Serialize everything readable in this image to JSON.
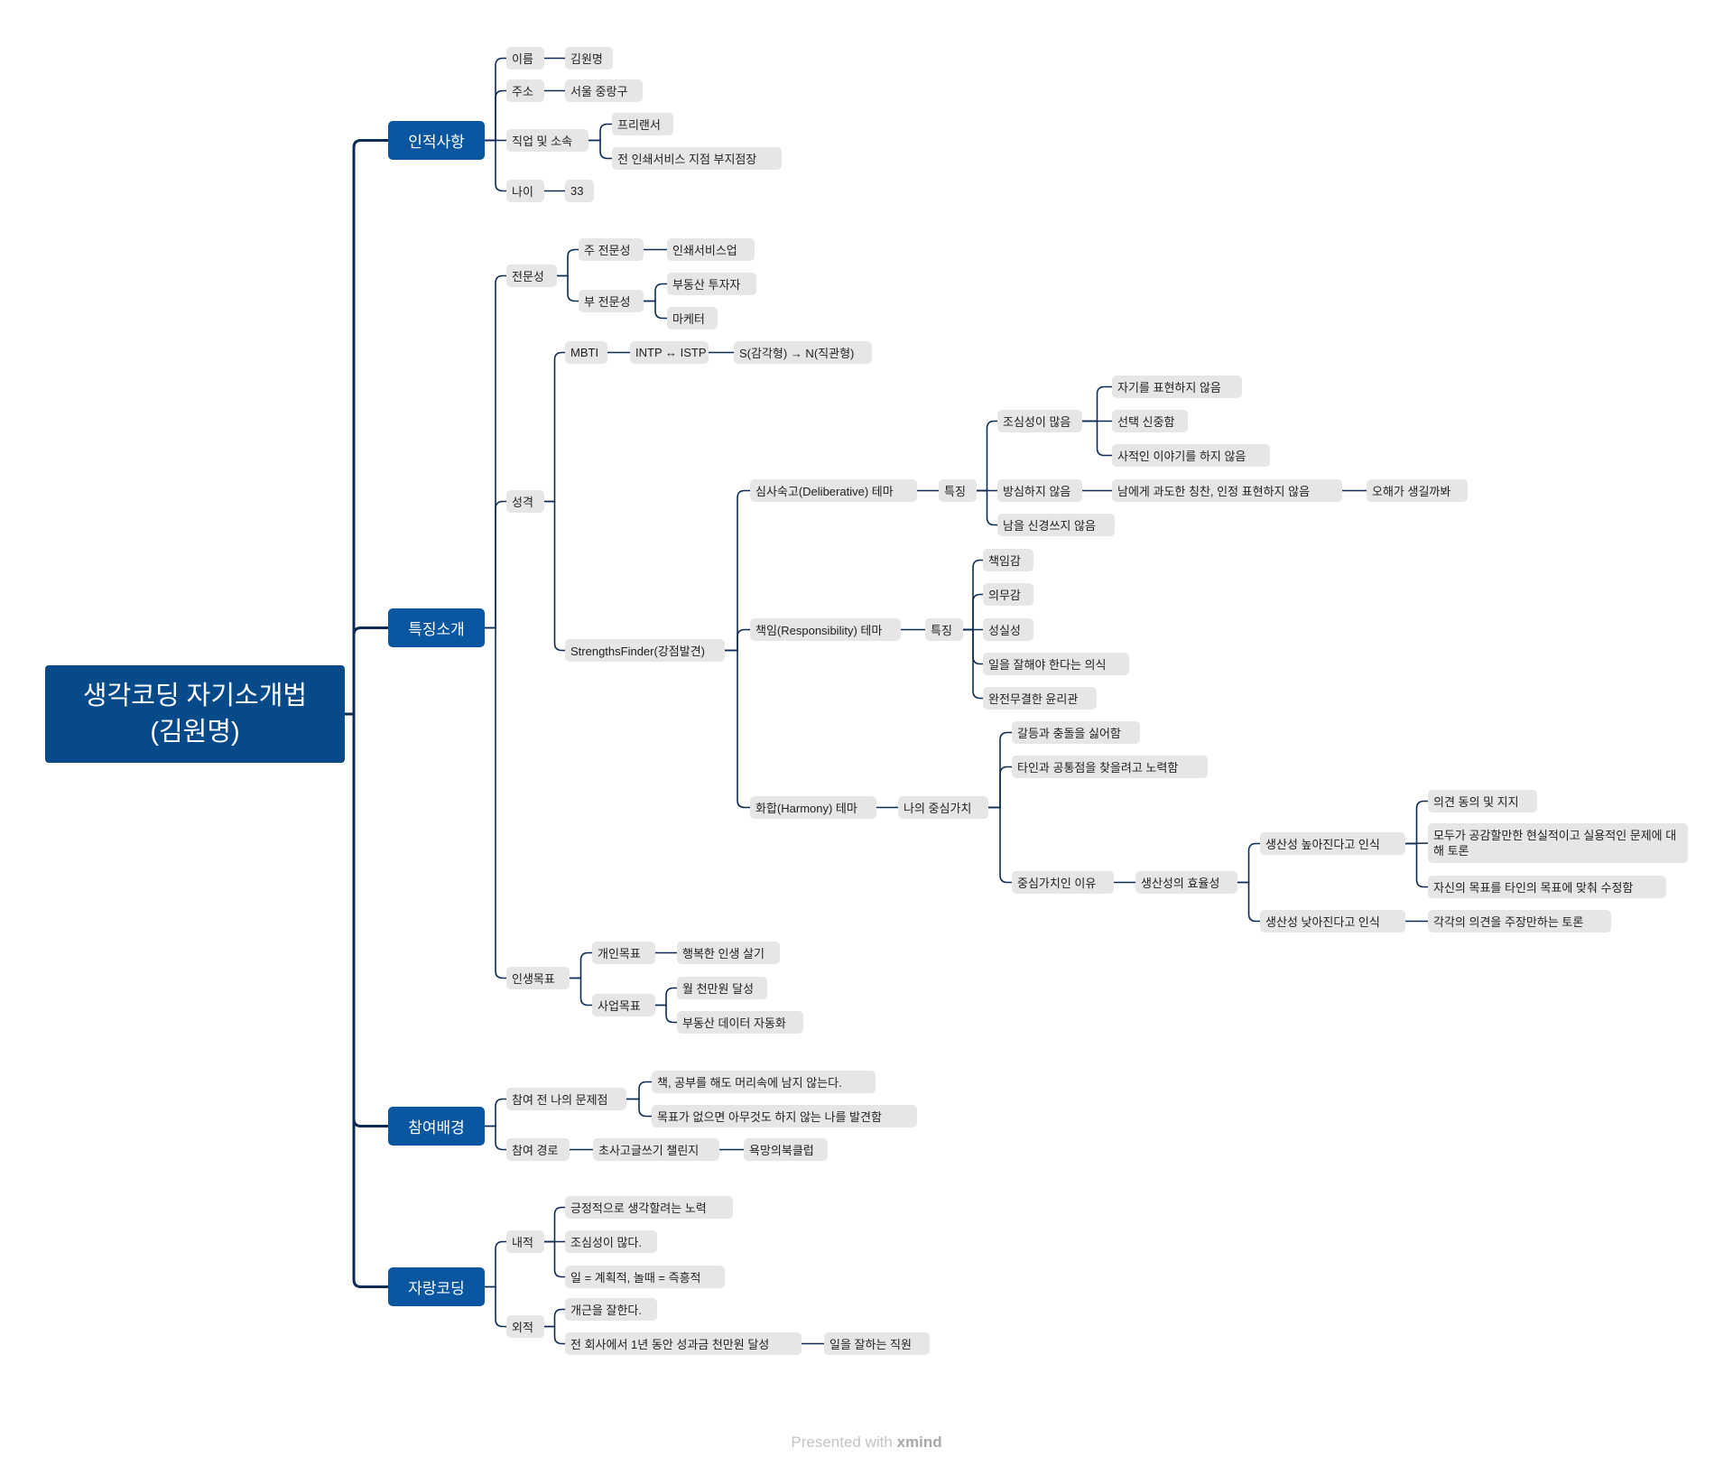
{
  "root": {
    "line1": "생각코딩 자기소개법",
    "line2": "(김원명)"
  },
  "colors": {
    "root": "#064a8a",
    "main": "#0a56a0",
    "line": "#0d2b55",
    "sub_bg": "#e6e6e6"
  },
  "footer": {
    "prefix": "Presented with",
    "brand": "xmind"
  },
  "nodes": [
    {
      "id": "b1",
      "text": "인적사항"
    },
    {
      "id": "n_name",
      "text": "이름"
    },
    {
      "id": "n_name_v",
      "text": "김원명"
    },
    {
      "id": "n_addr",
      "text": "주소"
    },
    {
      "id": "n_addr_v",
      "text": "서울 중랑구"
    },
    {
      "id": "n_job",
      "text": "직업 및 소속"
    },
    {
      "id": "n_job_1",
      "text": "프리랜서"
    },
    {
      "id": "n_job_2",
      "text": "전 인쇄서비스 지점 부지점장"
    },
    {
      "id": "n_age",
      "text": "나이"
    },
    {
      "id": "n_age_v",
      "text": "33"
    },
    {
      "id": "b2",
      "text": "특징소개"
    },
    {
      "id": "n_exp",
      "text": "전문성"
    },
    {
      "id": "n_exp_main",
      "text": "주 전문성"
    },
    {
      "id": "n_exp_main_v",
      "text": "인쇄서비스업"
    },
    {
      "id": "n_exp_sub",
      "text": "부 전문성"
    },
    {
      "id": "n_exp_sub_1",
      "text": "부동산 투자자"
    },
    {
      "id": "n_exp_sub_2",
      "text": "마케터"
    },
    {
      "id": "n_pers",
      "text": "성격"
    },
    {
      "id": "n_mbti",
      "text": "MBTI"
    },
    {
      "id": "n_mbti_1",
      "text": "INTP ↔ ISTP"
    },
    {
      "id": "n_mbti_2",
      "text": "S(감각형) → N(직관형)"
    },
    {
      "id": "n_sf",
      "text": "StrengthsFinder(강점발견)"
    },
    {
      "id": "n_delib",
      "text": "심사숙고(Deliberative) 테마"
    },
    {
      "id": "n_delib_f",
      "text": "특징"
    },
    {
      "id": "n_caut",
      "text": "조심성이 많음"
    },
    {
      "id": "n_caut_1",
      "text": "자기를 표현하지 않음"
    },
    {
      "id": "n_caut_2",
      "text": "선택 신중함"
    },
    {
      "id": "n_caut_3",
      "text": "사적인 이야기를 하지 않음"
    },
    {
      "id": "n_care",
      "text": "방심하지 않음"
    },
    {
      "id": "n_care_1",
      "text": "남에게 과도한 칭찬, 인정 표현하지 않음"
    },
    {
      "id": "n_care_2",
      "text": "오해가 생길까봐"
    },
    {
      "id": "n_nocare",
      "text": "남을 신경쓰지 않음"
    },
    {
      "id": "n_resp",
      "text": "책임(Responsibility) 테마"
    },
    {
      "id": "n_resp_f",
      "text": "특징"
    },
    {
      "id": "n_resp_1",
      "text": "책임감"
    },
    {
      "id": "n_resp_2",
      "text": "의무감"
    },
    {
      "id": "n_resp_3",
      "text": "성실성"
    },
    {
      "id": "n_resp_4",
      "text": "일을 잘해야 한다는 의식"
    },
    {
      "id": "n_resp_5",
      "text": "완전무결한 윤리관"
    },
    {
      "id": "n_harm",
      "text": "화합(Harmony) 테마"
    },
    {
      "id": "n_harm_core",
      "text": "나의 중심가치"
    },
    {
      "id": "n_harm_1",
      "text": "갈등과 충돌을 싫어함"
    },
    {
      "id": "n_harm_2",
      "text": "타인과 공통점을 찾을려고 노력함"
    },
    {
      "id": "n_harm_why",
      "text": "중심가치인 이유"
    },
    {
      "id": "n_harm_eff",
      "text": "생산성의 효율성"
    },
    {
      "id": "n_up",
      "text": "생산성 높아진다고 인식"
    },
    {
      "id": "n_up_1",
      "text": "의견 동의 및 지지"
    },
    {
      "id": "n_up_2",
      "text": "모두가 공감할만한 현실적이고 실용적인 문제에 대해 토론"
    },
    {
      "id": "n_up_3",
      "text": "자신의 목표를 타인의 목표에 맞춰 수정함"
    },
    {
      "id": "n_down",
      "text": "생산성 낮아진다고 인식"
    },
    {
      "id": "n_down_1",
      "text": "각각의 의견을 주장만하는 토론"
    },
    {
      "id": "n_goal",
      "text": "인생목표"
    },
    {
      "id": "n_goal_p",
      "text": "개인목표"
    },
    {
      "id": "n_goal_p_v",
      "text": "행복한 인생 살기"
    },
    {
      "id": "n_goal_b",
      "text": "사업목표"
    },
    {
      "id": "n_goal_b_1",
      "text": "월 천만원 달성"
    },
    {
      "id": "n_goal_b_2",
      "text": "부동산 데이터 자동화"
    },
    {
      "id": "b3",
      "text": "참여배경"
    },
    {
      "id": "n_prob",
      "text": "참여 전 나의 문제점"
    },
    {
      "id": "n_prob_1",
      "text": "책, 공부를 해도 머리속에 남지 않는다."
    },
    {
      "id": "n_prob_2",
      "text": "목표가 없으면 아무것도 하지 않는 나를 발견함"
    },
    {
      "id": "n_path",
      "text": "참여 경로"
    },
    {
      "id": "n_path_1",
      "text": "초사고글쓰기 챌린지"
    },
    {
      "id": "n_path_2",
      "text": "욕망의북클럽"
    },
    {
      "id": "b4",
      "text": "자랑코딩"
    },
    {
      "id": "n_in",
      "text": "내적"
    },
    {
      "id": "n_in_1",
      "text": "긍정적으로 생각할려는 노력"
    },
    {
      "id": "n_in_2",
      "text": "조심성이 많다."
    },
    {
      "id": "n_in_3",
      "text": "일 = 계획적, 놀때 = 즉흥적"
    },
    {
      "id": "n_out",
      "text": "외적"
    },
    {
      "id": "n_out_1",
      "text": "개근을 잘한다."
    },
    {
      "id": "n_out_2",
      "text": "전 회사에서 1년 동안 성과금 천만원 달성"
    },
    {
      "id": "n_out_3",
      "text": "일을 잘하는 직원"
    }
  ]
}
